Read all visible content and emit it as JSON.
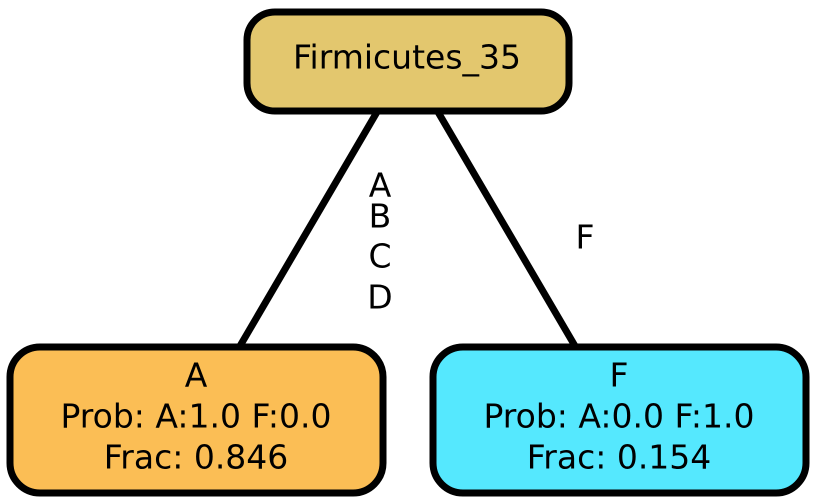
{
  "diagram": {
    "root": {
      "label": "Firmicutes_35",
      "color": "#e3c76e"
    },
    "left_child": {
      "line1": "A",
      "line2": "Prob: A:1.0 F:0.0",
      "line3": "Frac: 0.846",
      "color": "#fbbe55"
    },
    "right_child": {
      "line1": "F",
      "line2": "Prob: A:0.0 F:1.0",
      "line3": "Frac: 0.154",
      "color": "#55e8fe"
    },
    "left_edge": {
      "labels": [
        "A",
        "B",
        "C",
        "D"
      ]
    },
    "right_edge": {
      "labels": [
        "F"
      ]
    }
  }
}
